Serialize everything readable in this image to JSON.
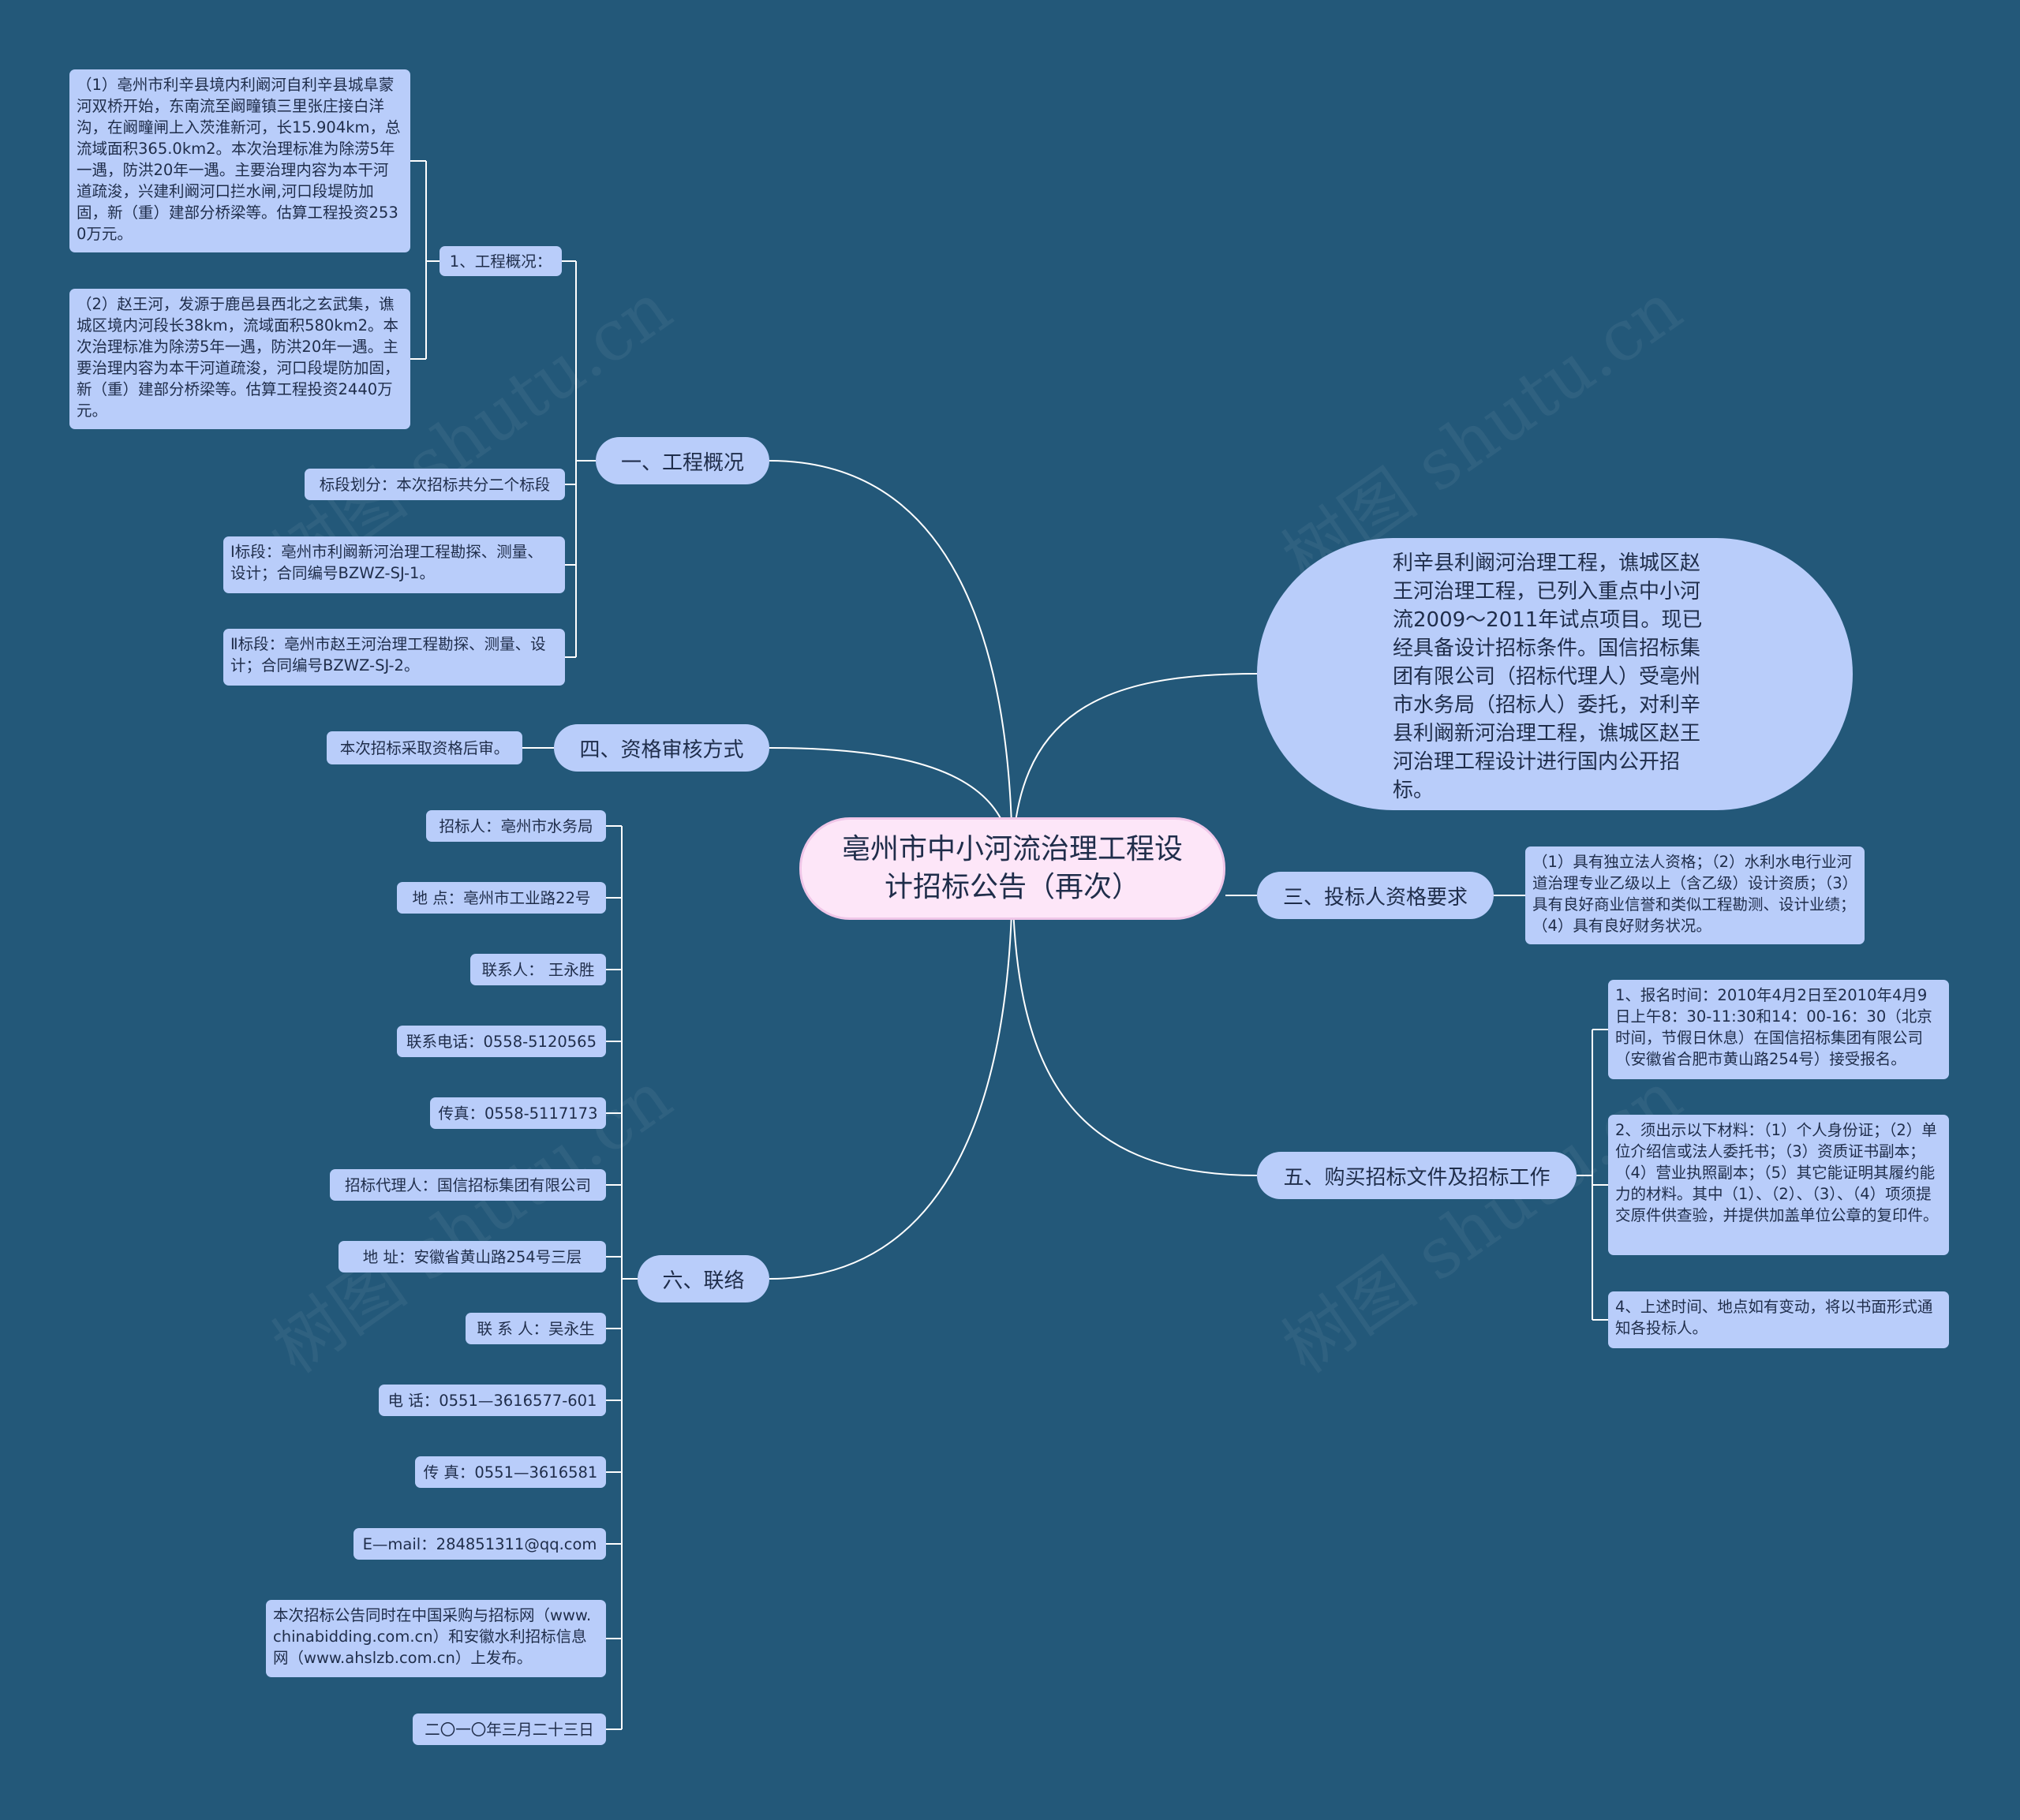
{
  "root": {
    "title": "亳州市中小河流治理工程设计招标公告（再次）"
  },
  "watermark": "树图 shutu.cn",
  "colors": {
    "background": "#235879",
    "node": "#b9cdfa",
    "root": "#fde6f8",
    "line": "#ffffff"
  },
  "branches": {
    "b1": {
      "label": "一、工程概况",
      "sub": {
        "label": "1、工程概况：",
        "items": [
          "（1）亳州市利辛县境内利阚河自利辛县城阜蒙河双桥开始，东南流至阚疃镇三里张庄接白洋沟，在阚疃闸上入茨淮新河，长15.904km，总流域面积365.0km2。本次治理标准为除涝5年一遇，防洪20年一遇。主要治理内容为本干河道疏浚，兴建利阚河口拦水闸,河口段堤防加固，新（重）建部分桥梁等。估算工程投资2530万元。",
          "（2）赵王河，发源于鹿邑县西北之玄武集，谯城区境内河段长38km，流域面积580km2。本次治理标准为除涝5年一遇，防洪20年一遇。主要治理内容为本干河道疏浚，河口段堤防加固，新（重）建部分桥梁等。估算工程投资2440万元。"
        ]
      },
      "items": [
        "标段划分：本次招标共分二个标段",
        "Ⅰ标段：亳州市利阚新河治理工程勘探、测量、设计；合同编号BZWZ-SJ-1。",
        "Ⅱ标段：亳州市赵王河治理工程勘探、测量、设计；合同编号BZWZ-SJ-2。"
      ]
    },
    "b4": {
      "label": "四、资格审核方式",
      "items": [
        "本次招标采取资格后审。"
      ]
    },
    "b6": {
      "label": "六、联络",
      "items": [
        "招标人：亳州市水务局",
        "地  点：亳州市工业路22号",
        "联系人：  王永胜",
        "联系电话：0558-5120565",
        "传真：0558-5117173",
        "招标代理人：国信招标集团有限公司",
        "地      址：安徽省黄山路254号三层",
        "联 系 人：吴永生",
        "电 话：0551—3616577-601",
        "传 真：0551—3616581",
        "E—mail：284851311@qq.com",
        "本次招标公告同时在中国采购与招标网（www.chinabidding.com.cn）和安徽水利招标信息网（www.ahslzb.com.cn）上发布。",
        "二〇一〇年三月二十三日"
      ]
    },
    "b_intro": {
      "text": "利辛县利阚河治理工程，谯城区赵王河治理工程，已列入重点中小河流2009～2011年试点项目。现已经具备设计招标条件。国信招标集团有限公司（招标代理人）受亳州市水务局（招标人）委托，对利辛县利阚新河治理工程，谯城区赵王河治理工程设计进行国内公开招标。"
    },
    "b3": {
      "label": "三、投标人资格要求",
      "items": [
        "（1）具有独立法人资格；（2）水利水电行业河道治理专业乙级以上（含乙级）设计资质；（3）具有良好商业信誉和类似工程勘测、设计业绩；（4）具有良好财务状况。"
      ]
    },
    "b5": {
      "label": "五、购买招标文件及招标工作",
      "items": [
        "1、报名时间：2010年4月2日至2010年4月9日上午8：30-11:30和14：00-16：30（北京时间，节假日休息）在国信招标集团有限公司（安徽省合肥市黄山路254号）接受报名。",
        "2、须出示以下材料：（1）个人身份证；（2）单位介绍信或法人委托书；（3）资质证书副本；（4）营业执照副本；（5）其它能证明其履约能力的材料。其中（1）、（2）、（3）、（4）项须提交原件供查验，并提供加盖单位公章的复印件。",
        "4、上述时间、地点如有变动，将以书面形式通知各投标人。"
      ]
    }
  }
}
